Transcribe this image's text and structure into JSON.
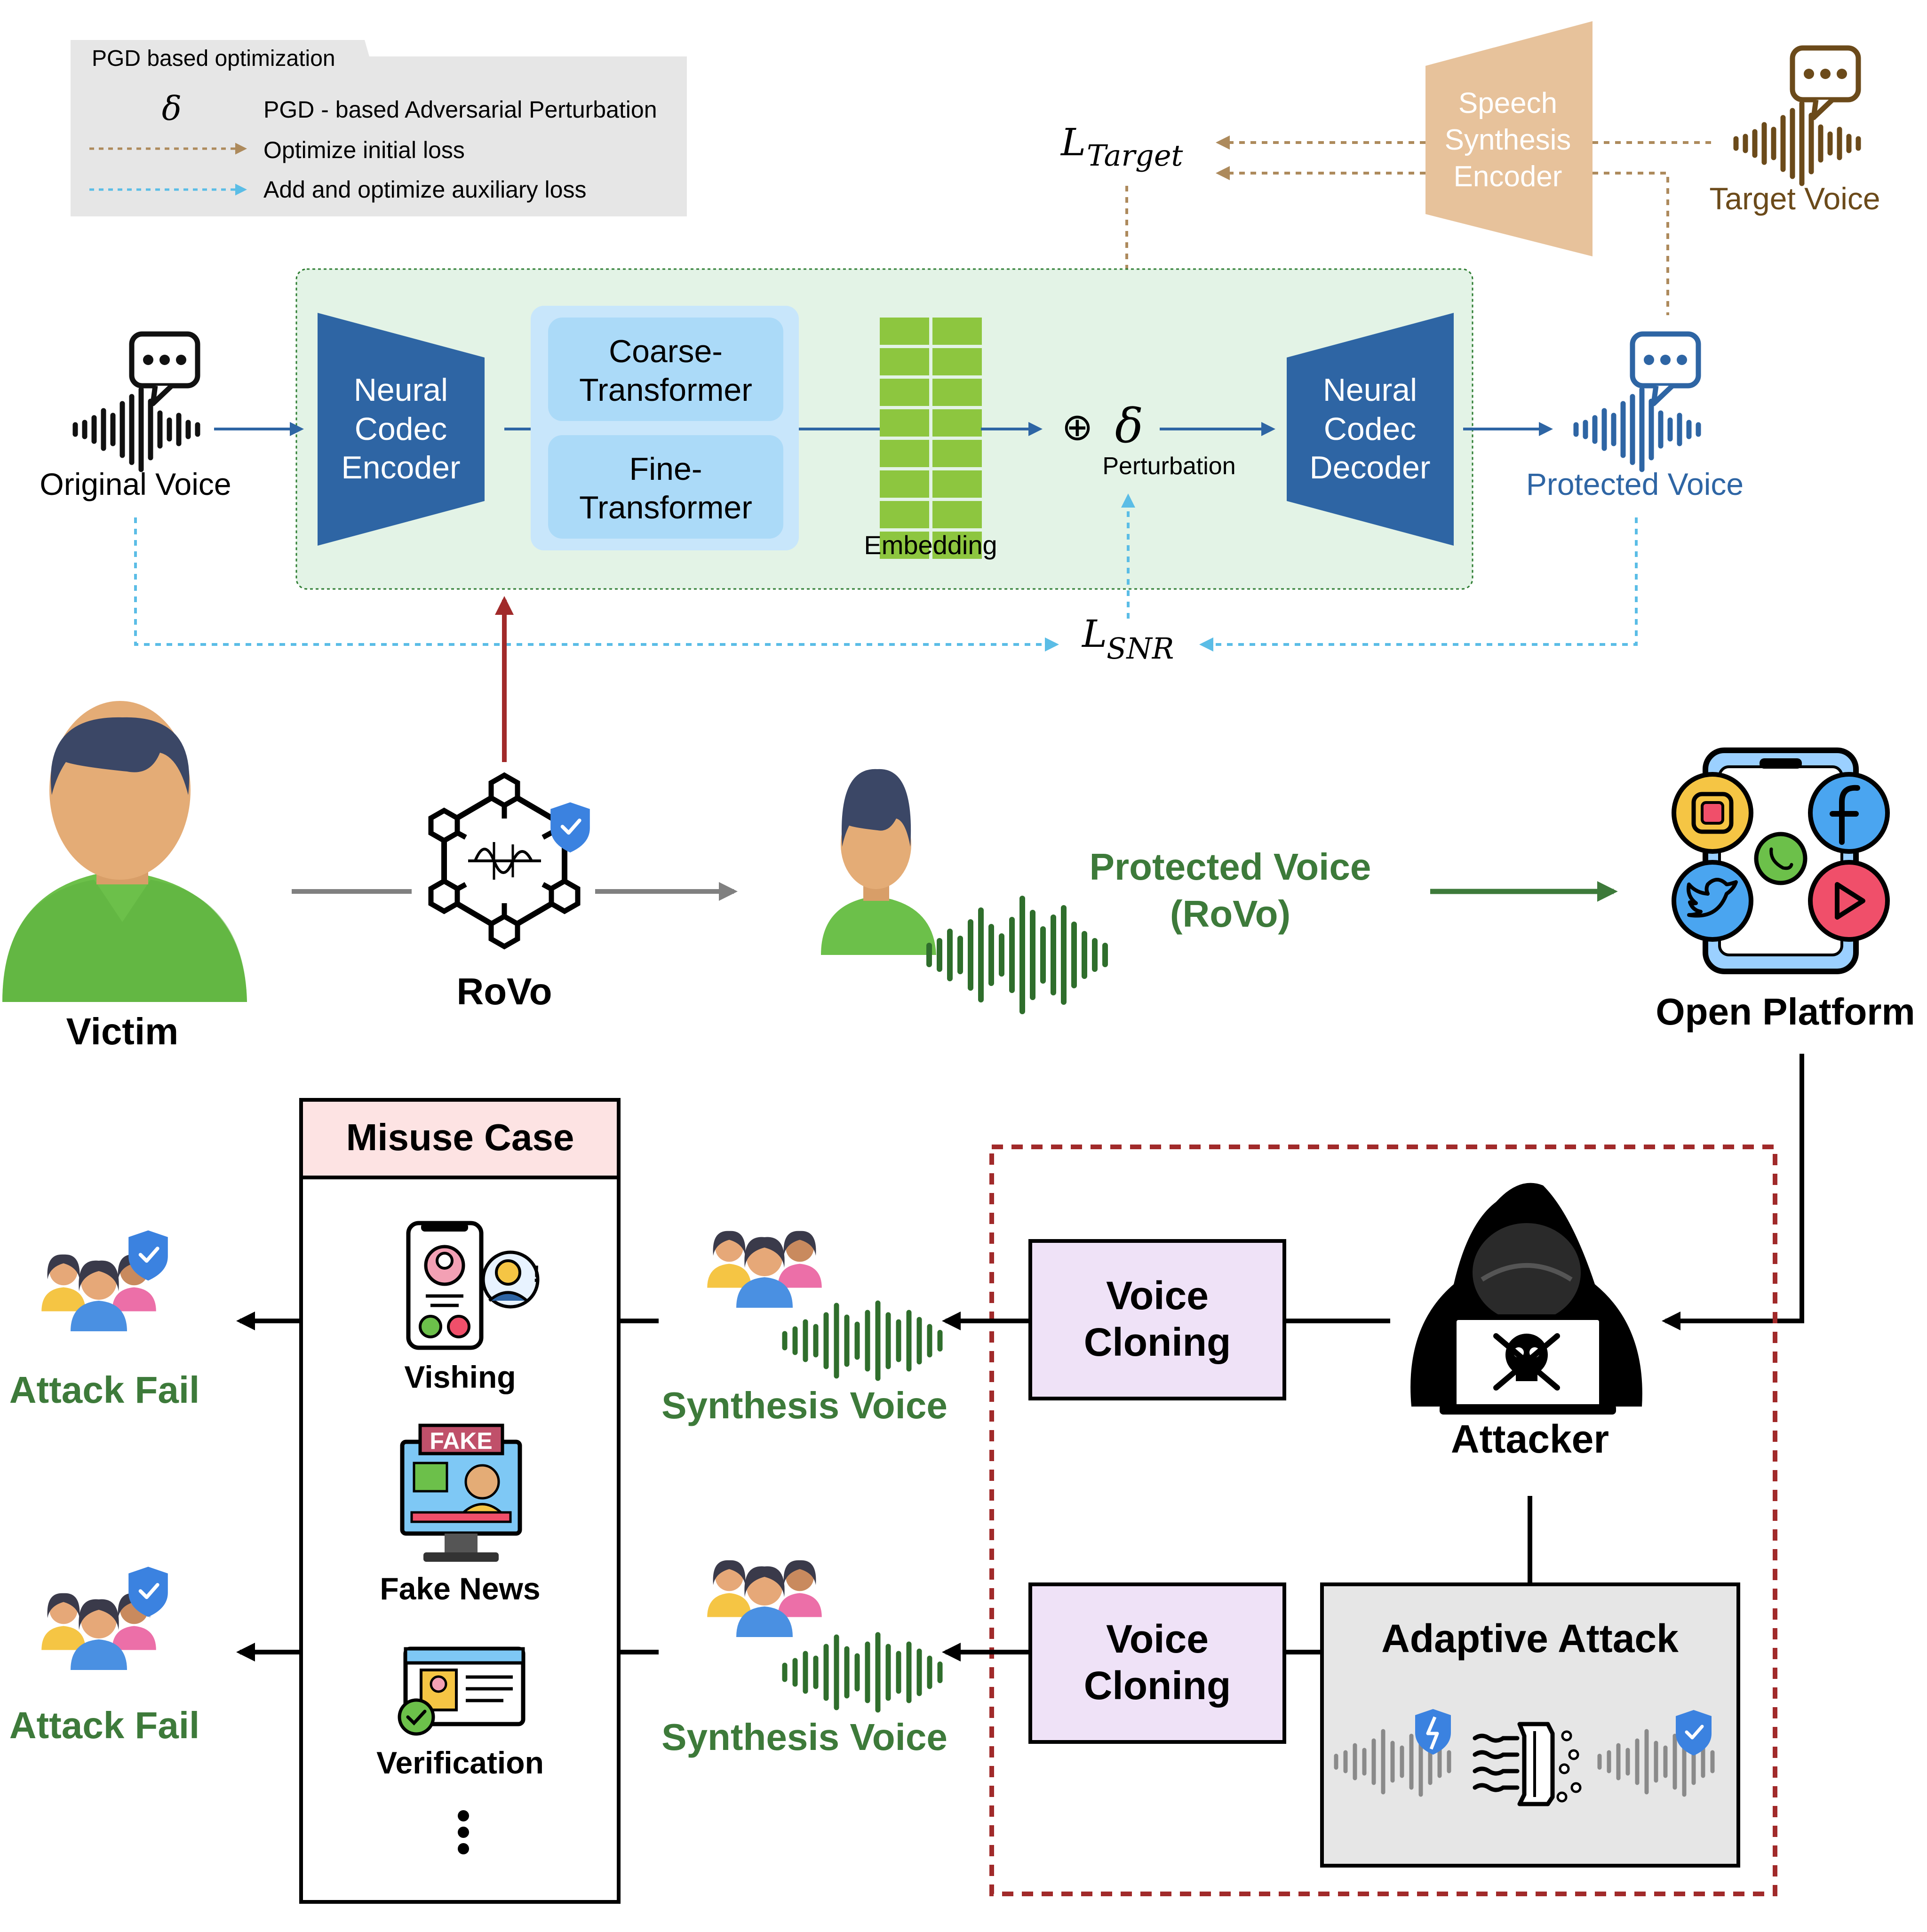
{
  "legend": {
    "title": "PGD based optimization",
    "delta_symbol": "δ",
    "delta_desc": "PGD - based Adversarial Perturbation",
    "brown_desc": "Optimize initial loss",
    "blue_desc": "Add and optimize auxiliary loss"
  },
  "pipeline": {
    "original_voice": "Original Voice",
    "encoder_line1": "Neural",
    "encoder_line2": "Codec",
    "encoder_line3": "Encoder",
    "coarse_line1": "Coarse-",
    "coarse_line2": "Transformer",
    "fine_line1": "Fine-",
    "fine_line2": "Transformer",
    "embedding": "Embedding",
    "oplus": "⊕",
    "delta": "δ",
    "perturbation": "Perturbation",
    "decoder_line1": "Neural",
    "decoder_line2": "Codec",
    "decoder_line3": "Decoder",
    "protected_voice": "Protected Voice",
    "loss_target_main": "L",
    "loss_target_sub": "Target",
    "loss_snr_main": "L",
    "loss_snr_sub": "SNR",
    "sse_line1": "Speech",
    "sse_line2": "Synthesis",
    "sse_line3": "Encoder",
    "target_voice": "Target Voice"
  },
  "middle": {
    "victim": "Victim",
    "rovo": "RoVo",
    "protected_line1": "Protected Voice",
    "protected_line2": "(RoVo)",
    "open_platform": "Open Platform"
  },
  "bottom": {
    "misuse_title": "Misuse Case",
    "vishing": "Vishing",
    "fake_badge": "FAKE",
    "fake_news": "Fake News",
    "verification": "Verification",
    "attack_fail_1": "Attack Fail",
    "attack_fail_2": "Attack Fail",
    "synthesis_voice_1": "Synthesis Voice",
    "synthesis_voice_2": "Synthesis Voice",
    "voice_cloning_1_line1": "Voice",
    "voice_cloning_1_line2": "Cloning",
    "voice_cloning_2_line1": "Voice",
    "voice_cloning_2_line2": "Cloning",
    "attacker": "Attacker",
    "adaptive_attack": "Adaptive Attack"
  },
  "colors": {
    "encoder_blue": "#2e65a4",
    "brown": "#ad8a5c",
    "light_blue": "#5bbde6",
    "green_text": "#3d7a3a",
    "dark_red": "#a12a2a",
    "sse_tan": "#e7c29b",
    "module_bg": "#e3f3e6"
  }
}
